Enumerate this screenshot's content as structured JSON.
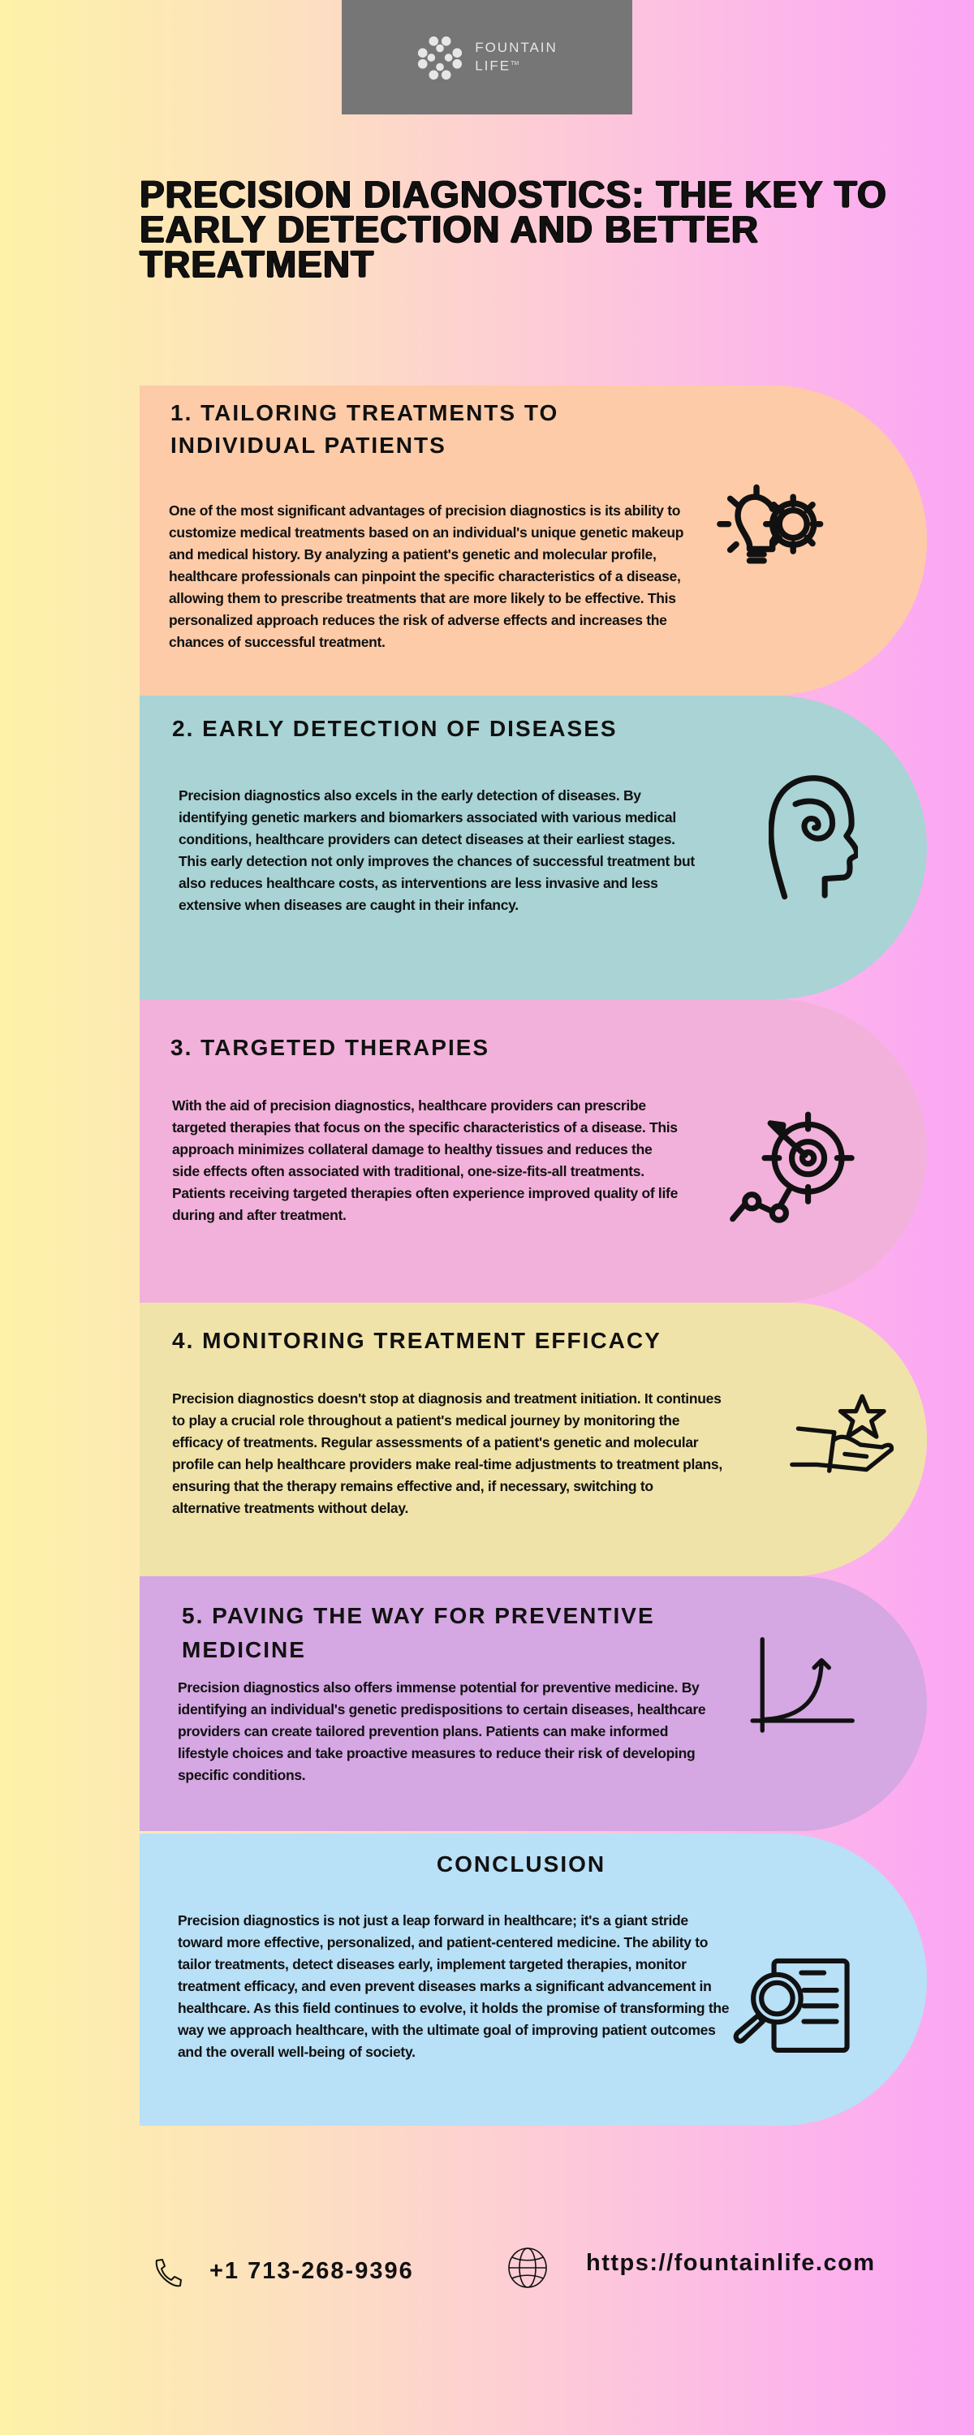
{
  "brand": {
    "name_line1": "FOUNTAIN",
    "name_line2": "LIFE",
    "trademark": "TM",
    "logo_bg": "#767676"
  },
  "title": "PRECISION DIAGNOSTICS: THE KEY TO EARLY DETECTION AND BETTER TREATMENT",
  "sections": [
    {
      "heading": "1. TAILORING TREATMENTS TO INDIVIDUAL PATIENTS",
      "body": "One of the most significant advantages of precision diagnostics is its ability to customize medical treatments based on an individual's unique genetic makeup and medical history. By analyzing a patient's genetic and molecular profile, healthcare professionals can pinpoint the specific characteristics of a disease, allowing them to prescribe treatments that are more likely to be effective. This personalized approach reduces the risk of adverse effects and increases the chances of successful treatment.",
      "icon": "lightbulb-gear-icon",
      "color": "#fecba8"
    },
    {
      "heading": "2. EARLY DETECTION OF DISEASES",
      "body": "Precision diagnostics also excels in the early detection of diseases. By identifying genetic markers and biomarkers associated with various medical conditions, healthcare providers can detect diseases at their earliest stages. This early detection not only improves the chances of successful treatment but also reduces healthcare costs, as interventions are less invasive and less extensive when diseases are caught in their infancy.",
      "icon": "head-spiral-icon",
      "color": "#a9d3d5"
    },
    {
      "heading": "3. TARGETED THERAPIES",
      "body": "With the aid of precision diagnostics, healthcare providers can prescribe targeted therapies that focus on the specific characteristics of a disease. This approach minimizes collateral damage to healthy tissues and reduces the side effects often associated with traditional, one-size-fits-all treatments. Patients receiving targeted therapies often experience improved quality of life during and after treatment.",
      "icon": "target-arrow-icon",
      "color": "#f2b1da"
    },
    {
      "heading": "4. MONITORING TREATMENT EFFICACY",
      "body": "Precision diagnostics doesn't stop at diagnosis and treatment initiation. It continues to play a crucial role throughout a patient's medical journey by monitoring the efficacy of treatments. Regular assessments of a patient's genetic and molecular profile can help healthcare providers make real-time adjustments to treatment plans, ensuring that the therapy remains effective and, if necessary, switching to alternative treatments without delay.",
      "icon": "hand-star-icon",
      "color": "#f0e3a9"
    },
    {
      "heading": "5. PAVING THE WAY FOR PREVENTIVE MEDICINE",
      "body": "Precision diagnostics also offers immense potential for preventive medicine. By identifying an individual's genetic predispositions to certain diseases, healthcare providers can create tailored prevention plans. Patients can make informed lifestyle choices and take proactive measures to reduce their risk of developing specific conditions.",
      "icon": "growth-chart-icon",
      "color": "#d5a7e3"
    },
    {
      "heading": "CONCLUSION",
      "body": "Precision diagnostics is not just a leap forward in healthcare; it's a giant stride toward more effective, personalized, and patient-centered medicine. The ability to tailor treatments, detect diseases early, implement targeted therapies, monitor treatment efficacy, and even prevent diseases marks a significant advancement in healthcare. As this field continues to evolve, it holds the promise of transforming the way we approach healthcare, with the ultimate goal of improving patient outcomes and the overall well-being of society.",
      "icon": "document-magnifier-icon",
      "color": "#b8e0f7"
    }
  ],
  "footer": {
    "phone": "+1 713-268-9396",
    "url": "https://fountainlife.com"
  }
}
